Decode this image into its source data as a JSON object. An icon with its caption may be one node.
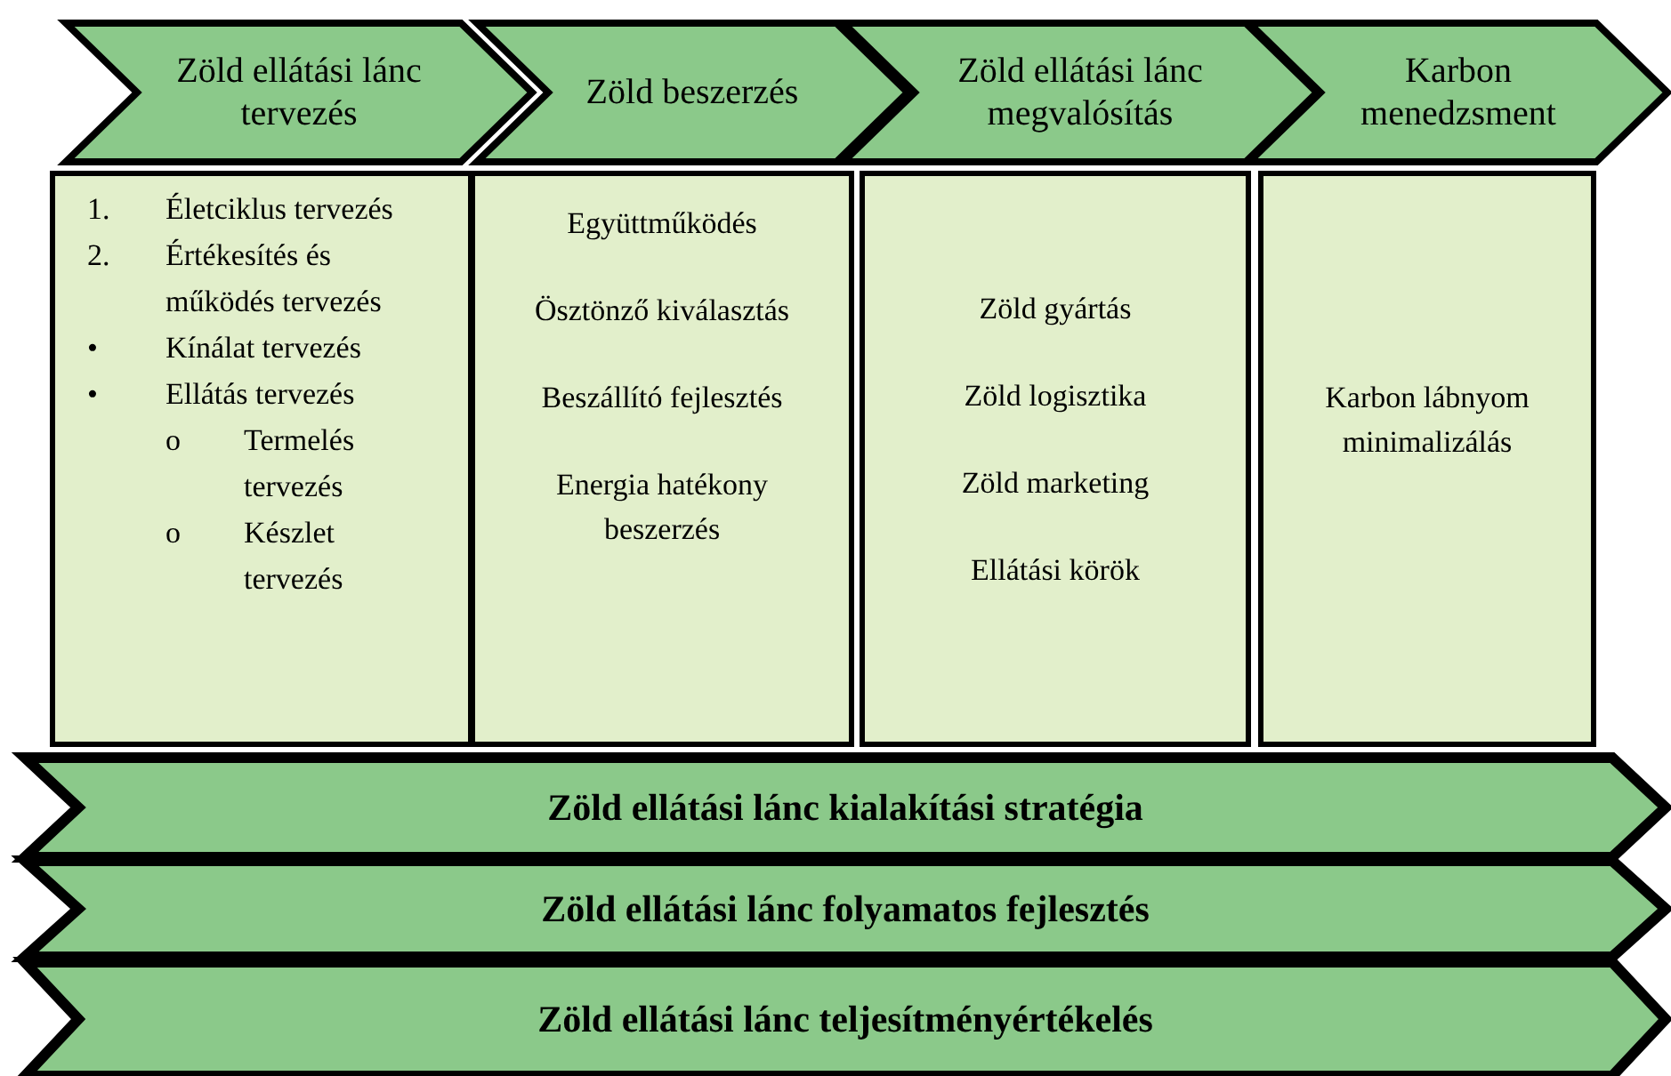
{
  "diagram": {
    "nodes": [
      {
        "text": [
          "Zöld ellátási lánc tervezés"
        ]
      },
      {
        "text": [
          "Zöld beszerzés"
        ]
      },
      {
        "text": [
          "Zöld ellátási lánc megvalósítás"
        ]
      },
      {
        "text": [
          "Karbon menedzsment"
        ]
      },
      {
        "text": [
          "1.",
          "Életciklus tervezés",
          "2.",
          "Értékesítés és működés tervezés",
          "•",
          "Kínálat tervezés",
          "•",
          "Ellátás tervezés",
          "o",
          "Termelés tervezés",
          "o",
          "Készlet tervezés"
        ]
      },
      {
        "text": [
          "Együttműködés",
          "Ösztönző kiválasztás",
          "Beszállító fejlesztés",
          "Energia hatékony beszerzés"
        ]
      },
      {
        "text": [
          "Zöld gyártás",
          "Zöld logisztika",
          "Zöld marketing",
          "Ellátási körök"
        ]
      },
      {
        "text": [
          "Karbon lábnyom minimalizálás"
        ]
      },
      {
        "text": [
          "Zöld ellátási lánc kialakítási stratégia"
        ]
      },
      {
        "text": [
          "Zöld ellátási lánc folyamatos fejlesztés"
        ]
      },
      {
        "text": [
          "Zöld ellátási lánc teljesítményértékelés"
        ]
      }
    ]
  }
}
